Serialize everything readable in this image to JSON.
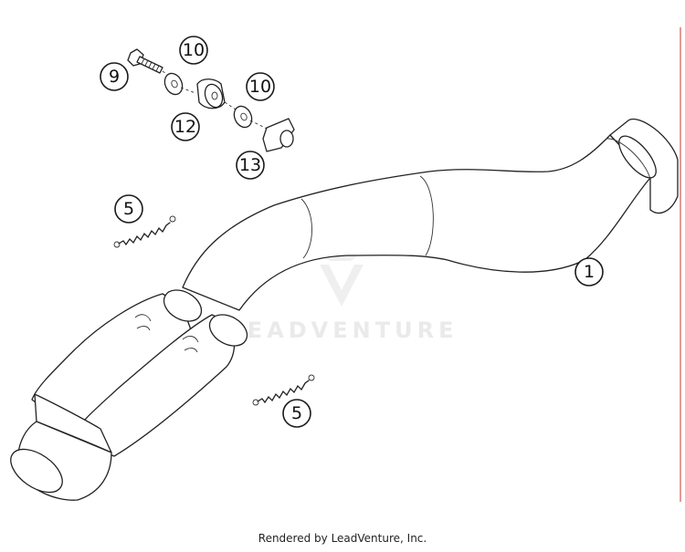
{
  "diagram": {
    "callouts": [
      {
        "id": "c9",
        "label": "9"
      },
      {
        "id": "c10a",
        "label": "10"
      },
      {
        "id": "c10b",
        "label": "10"
      },
      {
        "id": "c12",
        "label": "12"
      },
      {
        "id": "c13",
        "label": "13"
      },
      {
        "id": "c5a",
        "label": "5"
      },
      {
        "id": "c5b",
        "label": "5"
      },
      {
        "id": "c1",
        "label": "1"
      }
    ],
    "watermark": "LEADVENTURE"
  },
  "footer": {
    "text": "Rendered by LeadVenture, Inc."
  },
  "colors": {
    "line": "#222222",
    "watermark": "#d9d9d9",
    "border_right": "#cc3333"
  }
}
